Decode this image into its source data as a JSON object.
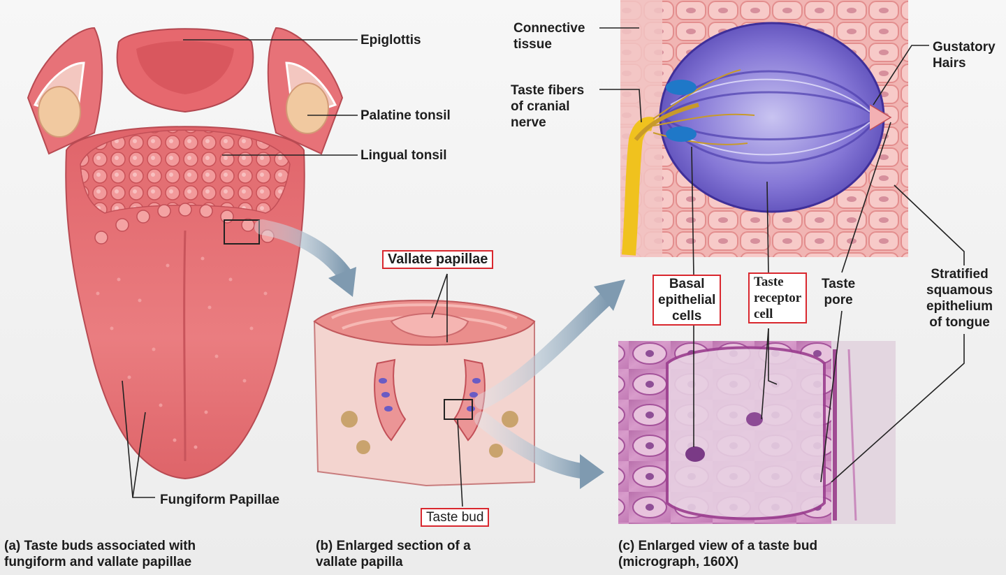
{
  "labels": {
    "epiglottis": "Epiglottis",
    "palatine_tonsil": "Palatine tonsil",
    "lingual_tonsil": "Lingual tonsil",
    "fungiform_papillae": "Fungiform Papillae",
    "vallate_papillae": "Vallate papillae",
    "taste_bud": "Taste bud",
    "connective_tissue": "Connective\ntissue",
    "taste_fibers": "Taste fibers\nof cranial\nnerve",
    "gustatory_hairs": "Gustatory\nHairs",
    "basal_epithelial_cells": "Basal\nepithelial\ncells",
    "taste_receptor_cell": "Taste\nreceptor\ncell",
    "taste_pore": "Taste\npore",
    "stratified_epithelium": "Stratified\nsquamous\nepithelium\nof tongue"
  },
  "captions": {
    "a": "(a) Taste buds associated with\n     fungiform and vallate papillae",
    "b": "(b) Enlarged section of a\n     vallate papilla",
    "c": "(c) Enlarged view of a taste bud\n     (micrograph, 160X)"
  },
  "colors": {
    "tongue": "#e8767a",
    "highlight_box": "#d9272e",
    "taste_bud_purple": "#6a5bc4",
    "nerve_yellow": "#f0c21e",
    "micrograph_pink": "#c77fb6",
    "arrow": "#8fa9bd"
  }
}
